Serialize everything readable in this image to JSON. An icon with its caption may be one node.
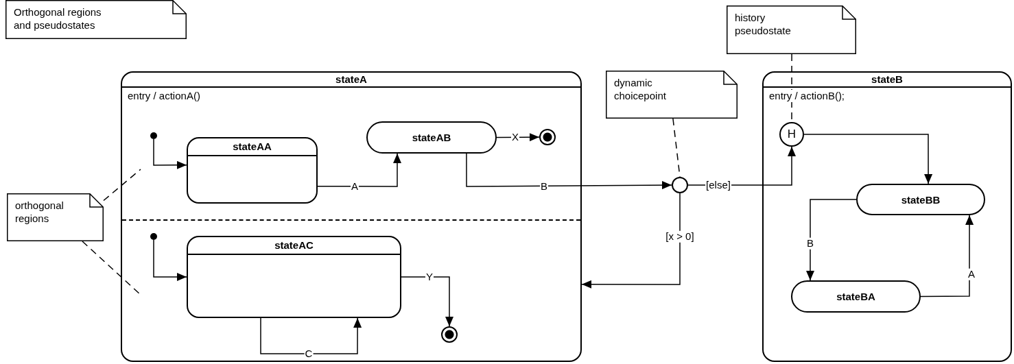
{
  "diagram": {
    "nodes": [
      {
        "text": [
          "Orthogonal regions and pseudostates"
        ]
      },
      {
        "text": [
          "stateA",
          "entry / actionA()"
        ]
      },
      {
        "text": [],
        "shape": "circle",
        "in": 1
      },
      {
        "text": [
          "stateAA"
        ],
        "in": 1
      },
      {
        "text": [
          "stateAB"
        ],
        "in": 1
      },
      {
        "text": [],
        "shape": "circle",
        "in": 1
      },
      {
        "text": [],
        "shape": "circle",
        "in": 1
      },
      {
        "text": [
          "stateAC"
        ],
        "in": 1
      },
      {
        "text": [],
        "shape": "circle",
        "in": 1
      },
      {
        "text": [
          "dynamic choicepoint"
        ]
      },
      {
        "text": [],
        "shape": "circle"
      },
      {
        "text": [
          "history pseudostate"
        ]
      },
      {
        "text": [
          "stateB",
          "entry / actionB();"
        ]
      },
      {
        "text": [
          "H"
        ],
        "in": 12
      },
      {
        "text": [
          "stateBB"
        ],
        "in": 12
      },
      {
        "text": [
          "stateBA"
        ],
        "in": 12
      },
      {
        "text": [
          "orthogonal regions"
        ]
      }
    ],
    "edges": [
      {
        "from": 2,
        "to": 3,
        "arrow": "to"
      },
      {
        "from": 3,
        "to": 4,
        "arrow": "to",
        "label": "A"
      },
      {
        "from": 4,
        "to": 5,
        "arrow": "to",
        "label": "X"
      },
      {
        "from": 4,
        "to": 10,
        "arrow": "to",
        "label": "B"
      },
      {
        "from": 6,
        "to": 7,
        "arrow": "to"
      },
      {
        "from": 7,
        "to": 7,
        "arrow": "to",
        "label": "C"
      },
      {
        "from": 7,
        "to": 8,
        "arrow": "to",
        "label": "Y"
      },
      {
        "from": 10,
        "to": 13,
        "arrow": "to",
        "label": "[else]"
      },
      {
        "from": 10,
        "to": 1,
        "arrow": "to",
        "label": "[x > 0]"
      },
      {
        "from": 13,
        "to": 14,
        "arrow": "to"
      },
      {
        "from": 14,
        "to": 15,
        "arrow": "to",
        "label": "B"
      },
      {
        "from": 15,
        "to": 14,
        "arrow": "to",
        "label": "A"
      },
      {
        "from": 9,
        "to": 10,
        "arrow": "none",
        "style": "dashed"
      },
      {
        "from": 11,
        "to": 13,
        "arrow": "none",
        "style": "dashed"
      },
      {
        "from": 16,
        "to": null,
        "arrow": "none",
        "style": "dashed"
      },
      {
        "from": 16,
        "to": null,
        "arrow": "none",
        "style": "dashed"
      }
    ]
  }
}
